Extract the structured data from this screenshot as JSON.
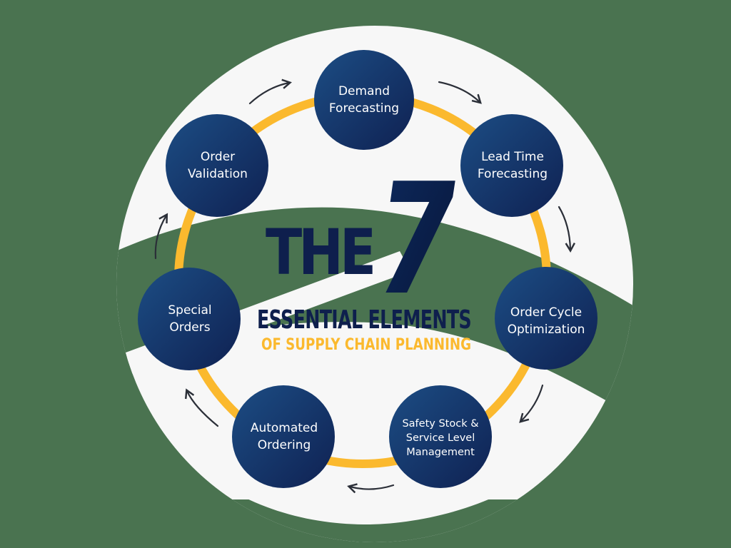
{
  "title": {
    "line1": "THE",
    "number": "7",
    "line2": "ESSENTIAL ELEMENTS",
    "line3": "OF SUPPLY CHAIN PLANNING"
  },
  "nodes": [
    {
      "id": "demand-forecasting",
      "lines": [
        "Demand",
        "Forecasting"
      ]
    },
    {
      "id": "lead-time-forecasting",
      "lines": [
        "Lead Time",
        "Forecasting"
      ]
    },
    {
      "id": "order-cycle-optimization",
      "lines": [
        "Order Cycle",
        "Optimization"
      ]
    },
    {
      "id": "safety-stock",
      "lines": [
        "Safety Stock &",
        "Service Level",
        "Management"
      ]
    },
    {
      "id": "automated-ordering",
      "lines": [
        "Automated",
        "Ordering"
      ]
    },
    {
      "id": "special-orders",
      "lines": [
        "Special",
        "Orders"
      ]
    },
    {
      "id": "order-validation",
      "lines": [
        "Order",
        "Validation"
      ]
    }
  ],
  "flow_direction": "clockwise",
  "colors": {
    "background": "#4a7350",
    "disc": "#f7f7f7",
    "ring": "#fbb92e",
    "node_gradient_start": "#1c4d84",
    "node_gradient_end": "#0f2152",
    "title_navy": "#0e1f4d",
    "subtitle_yellow": "#fbb92e",
    "arrow": "#2b2f38"
  }
}
